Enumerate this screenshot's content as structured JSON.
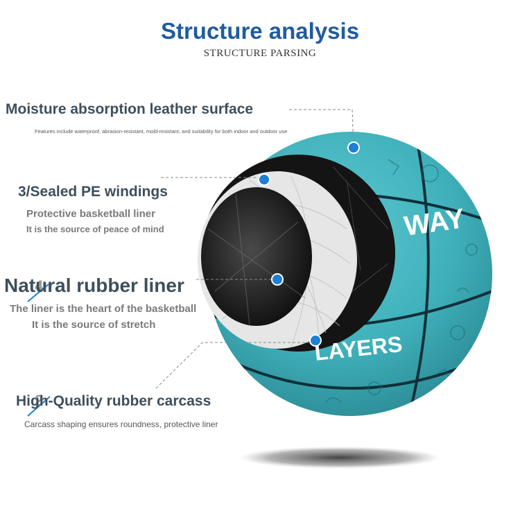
{
  "header": {
    "title": "Structure analysis",
    "subtitle": "STRUCTURE PARSING"
  },
  "layers": [
    {
      "heading": "Moisture absorption leather surface",
      "lines": [
        "Features include waterproof, abrasion-resistant, mold-resistant, and suitability for both indoor and outdoor use"
      ]
    },
    {
      "heading": "3/Sealed PE windings",
      "lines": [
        "Protective basketball liner",
        "It is the source of peace of mind"
      ]
    },
    {
      "heading": "Natural rubber liner",
      "lines": [
        "The liner is the heart of the basketball",
        "It is the source of stretch"
      ]
    },
    {
      "heading": "High-Quality rubber carcass",
      "lines": [
        "Carcass shaping ensures roundness, protective liner"
      ]
    }
  ],
  "ball": {
    "print_text_top": "WAY",
    "print_text_bottom": "LAYERS",
    "colors": {
      "leather": "#44b3bd",
      "pe_winding": "#e8e8e8",
      "rubber": "#1a1a1a",
      "marker": "#1d7fd6",
      "title": "#1f5c9e"
    }
  }
}
